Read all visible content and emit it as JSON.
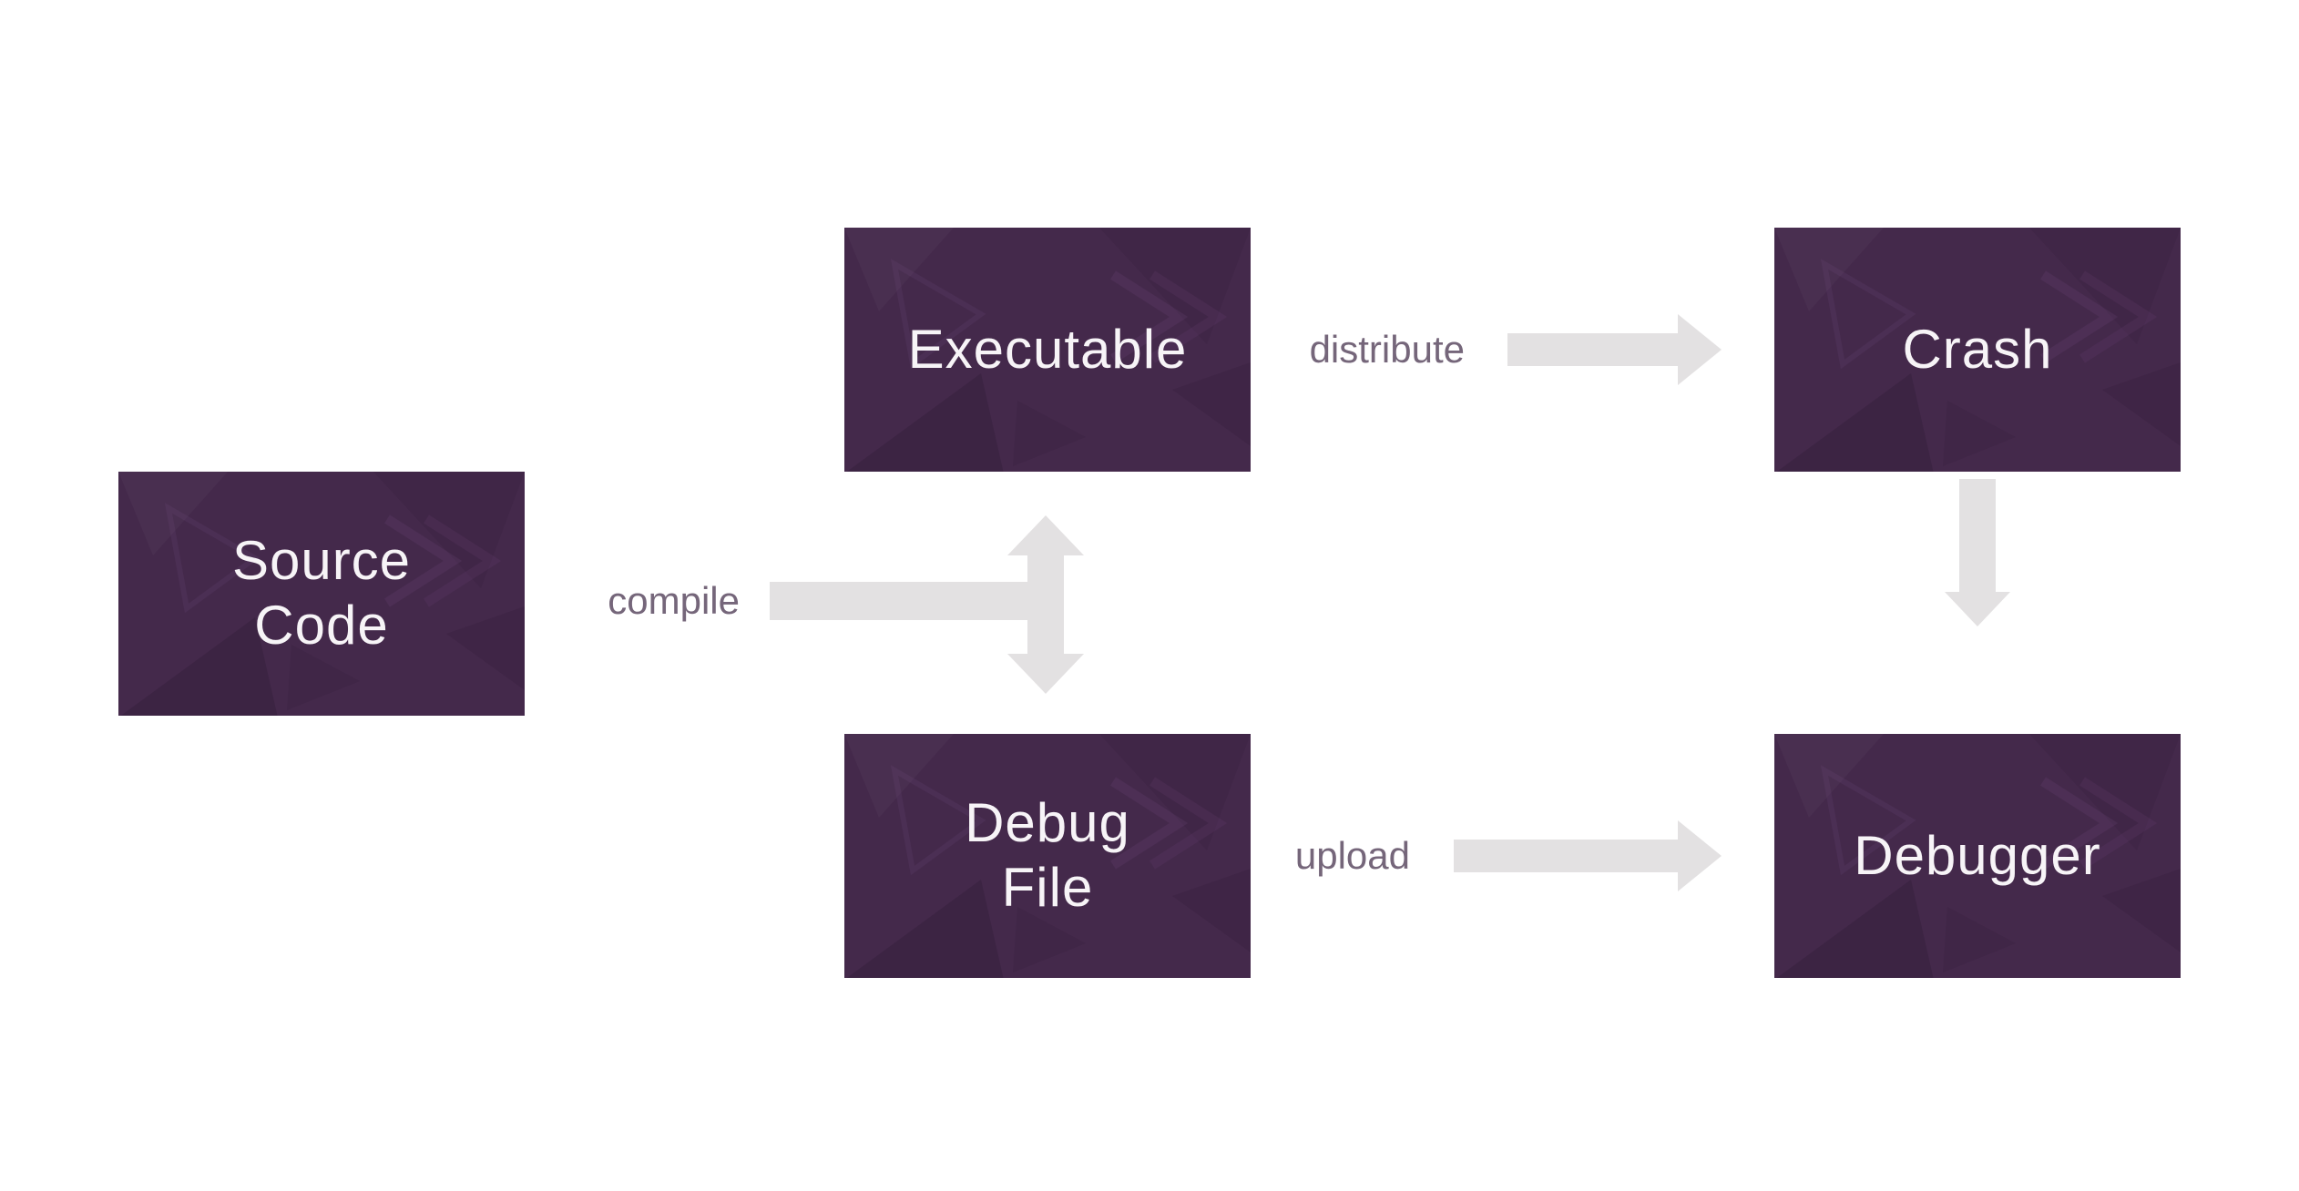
{
  "diagram": {
    "title": "",
    "background_color": "#ffffff",
    "node_fill_color": "#44294b",
    "node_text_color": "#f7f4f7",
    "edge_label_color": "#75667a",
    "arrow_color": "#e3e1e2",
    "nodes": [
      {
        "id": "source-code",
        "label": "Source\nCode"
      },
      {
        "id": "executable",
        "label": "Executable"
      },
      {
        "id": "crash",
        "label": "Crash"
      },
      {
        "id": "debug-file",
        "label": "Debug\nFile"
      },
      {
        "id": "debugger",
        "label": "Debugger"
      }
    ],
    "edges": [
      {
        "label": "compile",
        "from": "source-code",
        "to": "executable / debug-file",
        "style": "horizontal shaft into vertical double-headed arrow"
      },
      {
        "label": "distribute",
        "from": "executable",
        "to": "crash",
        "style": "right block arrow"
      },
      {
        "label": "upload",
        "from": "debug-file",
        "to": "debugger",
        "style": "right block arrow"
      },
      {
        "label": "",
        "from": "crash",
        "to": "debugger",
        "style": "down block arrow"
      }
    ]
  }
}
